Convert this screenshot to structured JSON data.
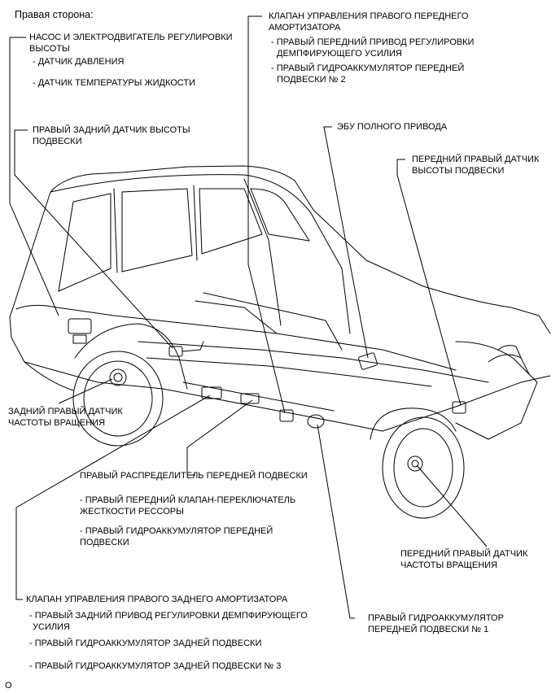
{
  "heading": "Правая сторона:",
  "figure_code": "O",
  "labels": {
    "pump": {
      "line1": "НАСОС И ЭЛЕКТРОДВИГАТЕЛЬ РЕГУЛИРОВКИ",
      "line2": "ВЫСОТЫ",
      "sub1": "- ДАТЧИК ДАВЛЕНИЯ",
      "sub2": "- ДАТЧИК ТЕМПЕРАТУРЫ ЖИДКОСТИ"
    },
    "rear_height_sensor": {
      "line1": "ПРАВЫЙ ЗАДНИЙ ДАТЧИК ВЫСОТЫ",
      "line2": "ПОДВЕСКИ"
    },
    "front_shock_valve": {
      "line1": "КЛАПАН УПРАВЛЕНИЯ ПРАВОГО ПЕРЕДНЕГО",
      "line2": "АМОРТИЗАТОРА",
      "sub1a": "- ПРАВЫЙ ПЕРЕДНИЙ ПРИВОД РЕГУЛИРОВКИ",
      "sub1b": "ДЕМПФИРУЮЩЕГО УСИЛИЯ",
      "sub2a": "- ПРАВЫЙ ГИДРОАККУМУЛЯТОР ПЕРЕДНЕЙ",
      "sub2b": "ПОДВЕСКИ № 2"
    },
    "awd_ecu": "ЭБУ ПОЛНОГО ПРИВОДА",
    "front_height_sensor": {
      "line1": "ПЕРЕДНИЙ ПРАВЫЙ ДАТЧИК",
      "line2": "ВЫСОТЫ ПОДВЕСКИ"
    },
    "rear_speed_sensor": {
      "line1": "ЗАДНИЙ ПРАВЫЙ ДАТЧИК",
      "line2": "ЧАСТОТЫ ВРАЩЕНИЯ"
    },
    "front_distributor": {
      "line1": "ПРАВЫЙ РАСПРЕДЕЛИТЕЛЬ ПЕРЕДНЕЙ ПОДВЕСКИ",
      "sub1a": "- ПРАВЫЙ ПЕРЕДНИЙ КЛАПАН-ПЕРЕКЛЮЧАТЕЛЬ",
      "sub1b": "ЖЕСТКОСТИ РЕССОРЫ",
      "sub2a": "- ПРАВЫЙ ГИДРОАККУМУЛЯТОР ПЕРЕДНЕЙ",
      "sub2b": "ПОДВЕСКИ"
    },
    "front_speed_sensor": {
      "line1": "ПЕРЕДНИЙ ПРАВЫЙ ДАТЧИК",
      "line2": "ЧАСТОТЫ ВРАЩЕНИЯ"
    },
    "rear_shock_valve": {
      "line1": "КЛАПАН УПРАВЛЕНИЯ ПРАВОГО ЗАДНЕГО АМОРТИЗАТОРА",
      "sub1a": "- ПРАВЫЙ ЗАДНИЙ ПРИВОД РЕГУЛИРОВКИ ДЕМПФИРУЮЩЕГО",
      "sub1b": "УСИЛИЯ",
      "sub2": "- ПРАВЫЙ ГИДРОАККУМУЛЯТОР ЗАДНЕЙ ПОДВЕСКИ",
      "sub3": "- ПРАВЫЙ ГИДРОАККУМУЛЯТОР ЗАДНЕЙ ПОДВЕСКИ № 3"
    },
    "front_accumulator_1": {
      "line1": "ПРАВЫЙ ГИДРОАККУМУЛЯТОР",
      "line2": "ПЕРЕДНЕЙ ПОДВЕСКИ № 1"
    }
  }
}
